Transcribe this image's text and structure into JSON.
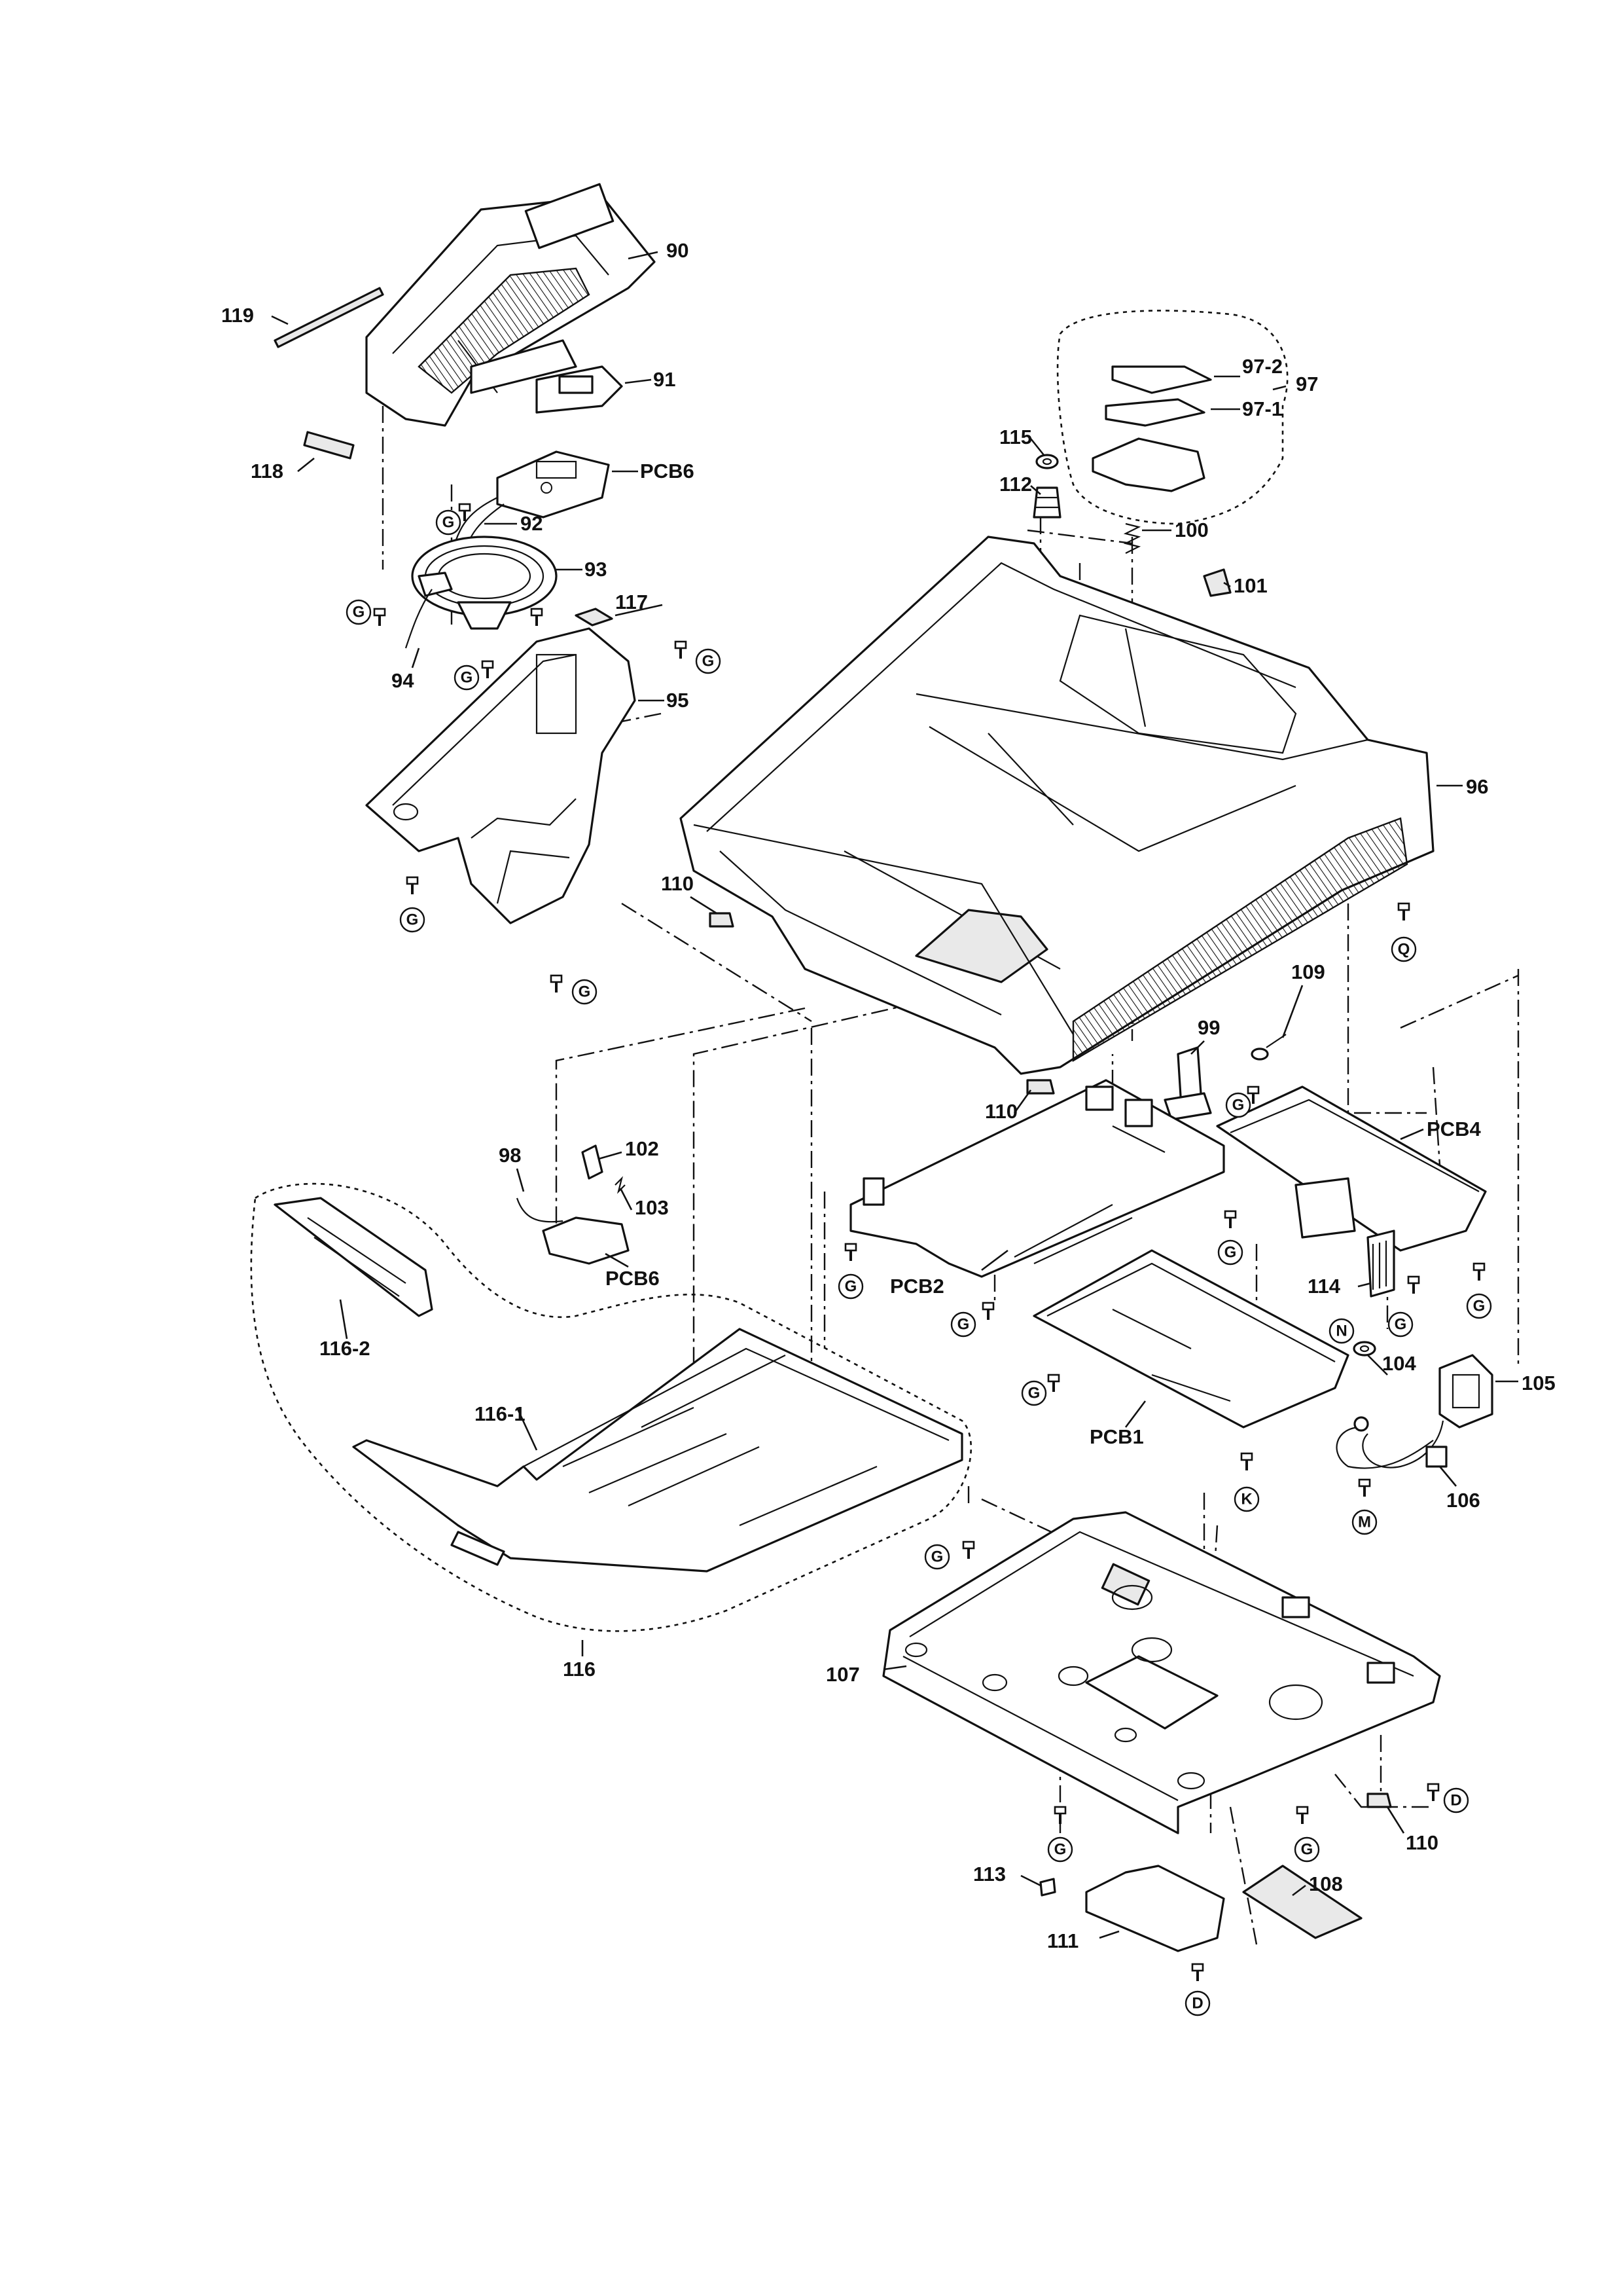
{
  "labels": {
    "p90": "90",
    "p91": "91",
    "pcb6a": "PCB6",
    "p92": "92",
    "p93": "93",
    "p94": "94",
    "p95": "95",
    "p117": "117",
    "p118": "118",
    "p119": "119",
    "p97": "97",
    "p97_1": "97-1",
    "p97_2": "97-2",
    "p115": "115",
    "p112": "112",
    "p100": "100",
    "p101": "101",
    "p96": "96",
    "p110a": "110",
    "p110b": "110",
    "p110c": "110",
    "p109": "109",
    "p99": "99",
    "p98": "98",
    "p102": "102",
    "p103": "103",
    "pcb6b": "PCB6",
    "pcb4": "PCB4",
    "pcb2": "PCB2",
    "pcb1": "PCB1",
    "p114": "114",
    "p104": "104",
    "p105": "105",
    "p106": "106",
    "p116": "116",
    "p116_1": "116-1",
    "p116_2": "116-2",
    "p107": "107",
    "p108": "108",
    "p111": "111",
    "p113": "113"
  },
  "screw_codes": {
    "G": "G",
    "Q": "Q",
    "N": "N",
    "K": "K",
    "M": "M",
    "D": "D"
  }
}
